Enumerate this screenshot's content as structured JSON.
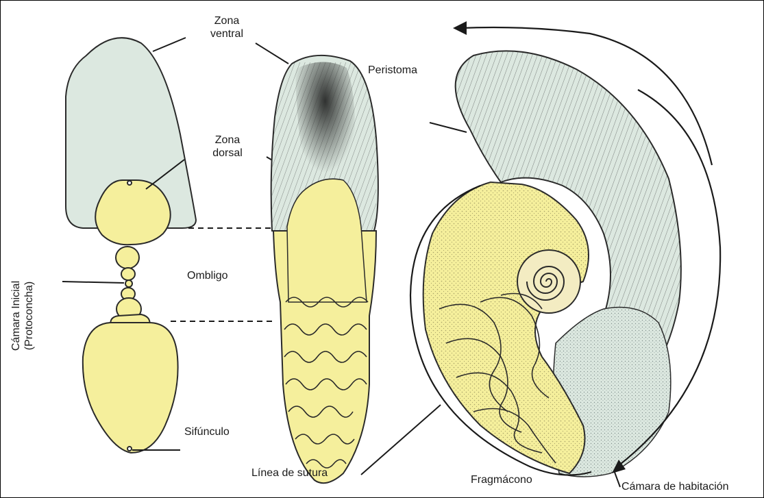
{
  "labels": {
    "zona_ventral": [
      "Zona",
      "ventral"
    ],
    "zona_dorsal": [
      "Zona",
      "dorsal"
    ],
    "peristoma": "Peristoma",
    "camara_inicial": [
      "Cámara Inicial",
      "(Protoconcha)"
    ],
    "ombligo": "Ombligo",
    "sifunculo": "Sifúnculo",
    "linea_sutura": "Línea de sutura",
    "fragmacono": "Fragmácono",
    "camara_habitacion": "Cámara de habitación"
  },
  "colors": {
    "living_chamber": "#dce8e0",
    "phragmocone": "#f5ef9c",
    "outline": "#2a2a2a",
    "text": "#1a1a1a"
  }
}
